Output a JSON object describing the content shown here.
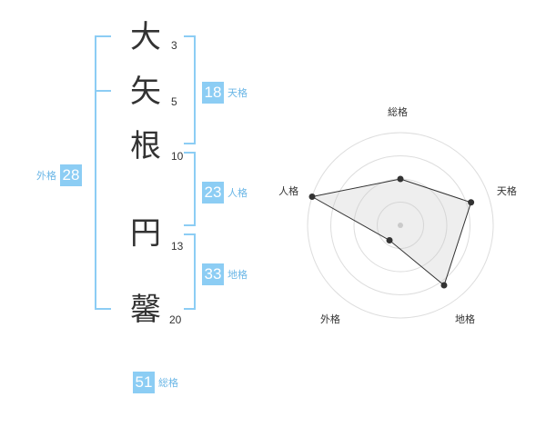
{
  "name": {
    "characters": [
      {
        "char": "大",
        "strokes": "3"
      },
      {
        "char": "矢",
        "strokes": "5"
      },
      {
        "char": "根",
        "strokes": "10"
      },
      {
        "char": "",
        "strokes": ""
      },
      {
        "char": "円",
        "strokes": "13"
      },
      {
        "char": "馨",
        "strokes": "20"
      }
    ]
  },
  "scores": {
    "tenkaku": {
      "value": "18",
      "label": "天格"
    },
    "jinkaku": {
      "value": "23",
      "label": "人格"
    },
    "chikaku": {
      "value": "33",
      "label": "地格"
    },
    "gaikaku": {
      "value": "28",
      "label": "外格"
    },
    "soukaku": {
      "value": "51",
      "label": "総格"
    }
  },
  "colors": {
    "accent": "#8ccdf4",
    "accent_text": "#6ab6e6",
    "radar_fill": "#eeeeee",
    "radar_grid": "#dddddd"
  },
  "chart_data": {
    "type": "radar",
    "axes": [
      "総格",
      "天格",
      "地格",
      "外格",
      "人格"
    ],
    "values": [
      0.5,
      0.8,
      0.8,
      0.2,
      1.0
    ],
    "rlim": [
      0,
      1
    ],
    "rings": 4,
    "grid": true
  }
}
